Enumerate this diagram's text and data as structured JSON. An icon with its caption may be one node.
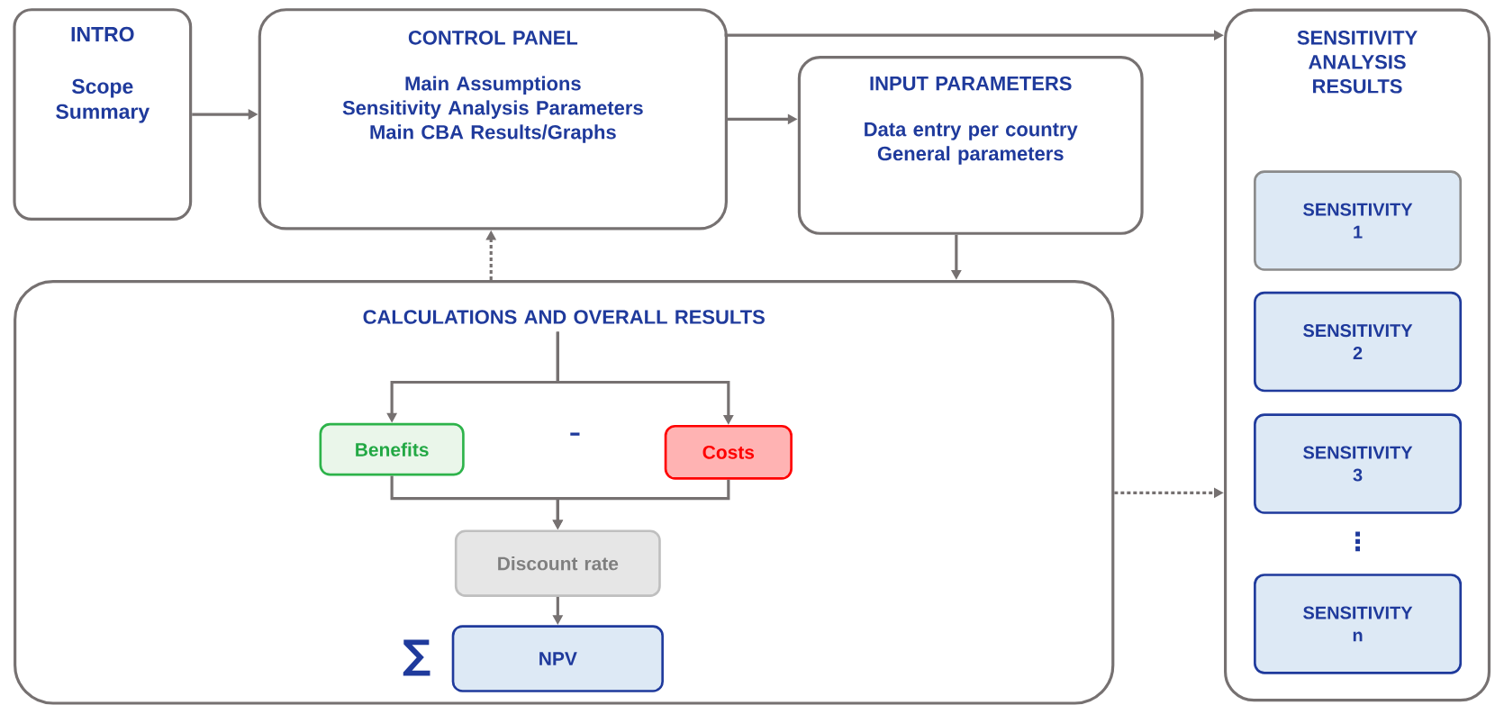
{
  "diagram": {
    "nodes": [
      {
        "text": [
          "INTRO",
          "Scope Summary"
        ]
      },
      {
        "text": [
          "CONTROL PANEL",
          "Main Assumptions",
          "Sensitivity Analysis Parameters",
          "Main CBA Results/Graphs"
        ]
      },
      {
        "text": [
          "INPUT PARAMETERS",
          "Data entry per country",
          "General parameters"
        ]
      },
      {
        "text": [
          "SENSITIVITY ANALYSIS RESULTS"
        ]
      },
      {
        "text": [
          "SENSITIVITY 1"
        ],
        "in": 3
      },
      {
        "text": [
          "SENSITIVITY 2"
        ],
        "in": 3
      },
      {
        "text": [
          "SENSITIVITY 3"
        ],
        "in": 3
      },
      {
        "text": [
          "SENSITIVITY n"
        ],
        "in": 3
      },
      {
        "text": [
          "CALCULATIONS AND OVERALL RESULTS"
        ]
      },
      {
        "text": [
          "Benefits"
        ],
        "in": 8
      },
      {
        "text": [
          "Costs"
        ],
        "in": 8
      },
      {
        "text": [
          "Discount rate"
        ],
        "in": 8
      },
      {
        "text": [
          "NPV"
        ],
        "in": 8
      }
    ],
    "edges": [
      {
        "from": 0,
        "to": 1,
        "arrow": "to"
      },
      {
        "from": 1,
        "to": 2,
        "arrow": "to"
      },
      {
        "from": 1,
        "to": 3,
        "arrow": "to"
      },
      {
        "from": 8,
        "to": 1,
        "arrow": "to",
        "style": "dashed"
      },
      {
        "from": 2,
        "to": 8,
        "arrow": "to"
      },
      {
        "from": 8,
        "to": 3,
        "arrow": "to",
        "style": "dashed"
      },
      {
        "from": 8,
        "to": 9,
        "arrow": "to"
      },
      {
        "from": 8,
        "to": 10,
        "arrow": "to"
      },
      {
        "from": 9,
        "to": 11,
        "arrow": "to"
      },
      {
        "from": 10,
        "to": 11,
        "arrow": "to"
      },
      {
        "from": 11,
        "to": 12,
        "arrow": "to"
      }
    ],
    "labels": [
      "–",
      "⋮",
      "∑"
    ]
  }
}
